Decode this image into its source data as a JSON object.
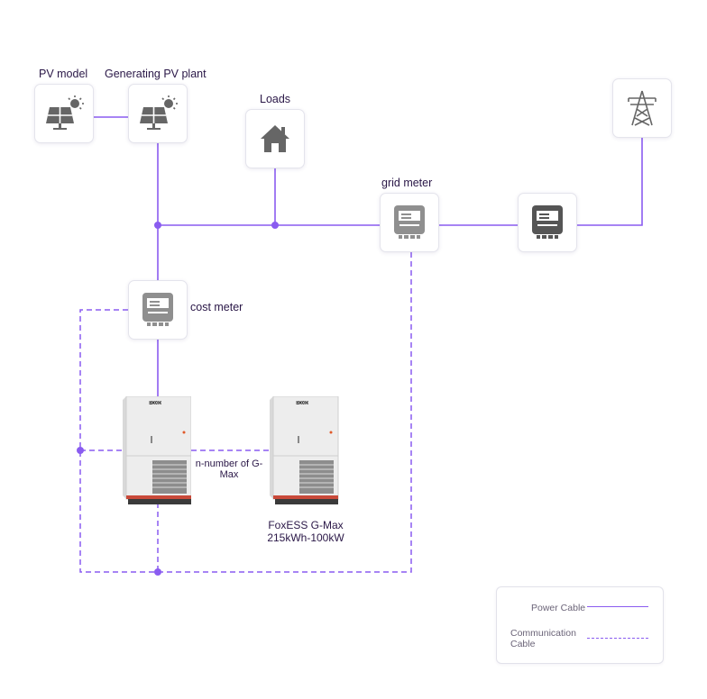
{
  "labels": {
    "pv_model": "PV model",
    "generating_pv_plant": "Generating PV plant",
    "loads": "Loads",
    "grid_meter": "grid meter",
    "cost_meter": "cost meter",
    "n_number": "n-number of G-Max",
    "product_line1": "FoxESS G-Max",
    "product_line2": "215kWh-100kW",
    "cabinet_brand": "FOXD"
  },
  "legend": {
    "power_cable": "Power Cable",
    "communication_cable": "Communication Cable"
  },
  "colors": {
    "power_line": "#8a5cf0",
    "comm_line": "#8a5cf0",
    "icon": "#666666",
    "label": "#2a1747"
  }
}
